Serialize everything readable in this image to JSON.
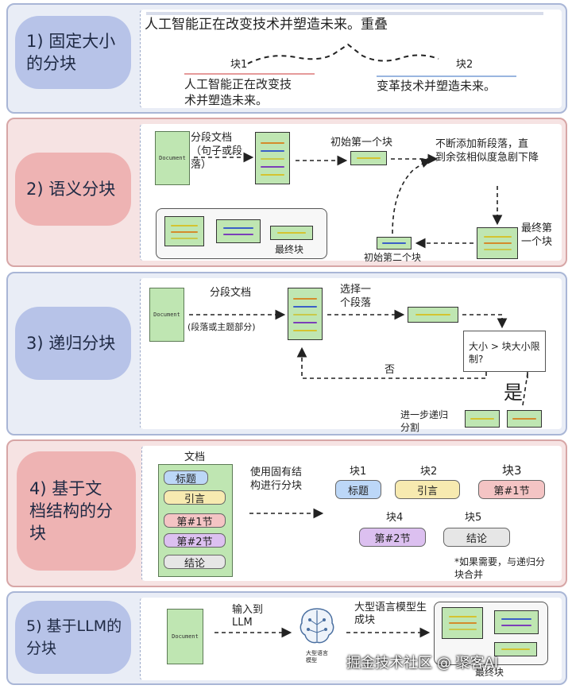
{
  "sections": [
    {
      "label": "1) 固定大小\n的分块",
      "theme": "blue"
    },
    {
      "label": "2) 语义分块",
      "theme": "pink"
    },
    {
      "label": "3) 递归分块",
      "theme": "blue"
    },
    {
      "label": "4) 基于文\n档结构的分\n块",
      "theme": "pink"
    },
    {
      "label": "5) 基于LLM的\n分块",
      "theme": "blue"
    }
  ],
  "s1": {
    "sentence": "人工智能正在改变技术并塑造未来。重叠",
    "chunk1_label": "块1",
    "chunk1_text": "人工智能正在改变技\n术并塑造未来。",
    "chunk2_label": "块2",
    "chunk2_text": "变革技术并塑造未来。"
  },
  "s2": {
    "doc_text": "Document",
    "split_label": "分段文档\n（句子或段\n落）",
    "initial_first": "初始第一个块",
    "keep_adding": "不断添加新段落，直\n到余弦相似度急剧下降",
    "final_first": "最终第\n一个块",
    "initial_second": "初始第二个块",
    "final_chunks": "最终块"
  },
  "s3": {
    "doc_text": "Document",
    "split_label": "分段文档",
    "split_sub": "(段落或主题部分)",
    "select_one": "选择一\n个段落",
    "question": "大小 > 块大小限\n制?",
    "no": "否",
    "yes": "是",
    "further": "进一步递归\n分割"
  },
  "s4": {
    "doc_title": "文档",
    "doc_items": [
      "标题",
      "引言",
      "第#1节",
      "第#2节",
      "结论"
    ],
    "use_structure": "使用固有结\n构进行分块",
    "chunks": [
      {
        "label": "块1",
        "text": "标题"
      },
      {
        "label": "块2",
        "text": "引言"
      },
      {
        "label": "块3",
        "text": "第#1节"
      },
      {
        "label": "块4",
        "text": "第#2节"
      },
      {
        "label": "块5",
        "text": "结论"
      }
    ],
    "note": "*如果需要，与递归分\n块合并"
  },
  "s5": {
    "doc_text": "Document",
    "input_to": "输入到\nLLM",
    "llm_generates": "大型语言模型生\n成块",
    "llm_icon_label": "大型语言\n模型",
    "final_chunks": "最终块"
  },
  "watermark": "掘金技术社区 @ 聚客AI",
  "colors": {
    "blue_panel": "#e9edf6",
    "pink_panel": "#f6e3e3",
    "blue_pill": "#b7c3e8",
    "pink_pill": "#eeb3b3",
    "doc_green": "#bfe6b2",
    "tag_blue": "#bcd7f7",
    "tag_yellow": "#f7eab0",
    "tag_red": "#f4c4c4",
    "tag_purple": "#dcc0f0",
    "tag_gray": "#e6e6e6"
  }
}
